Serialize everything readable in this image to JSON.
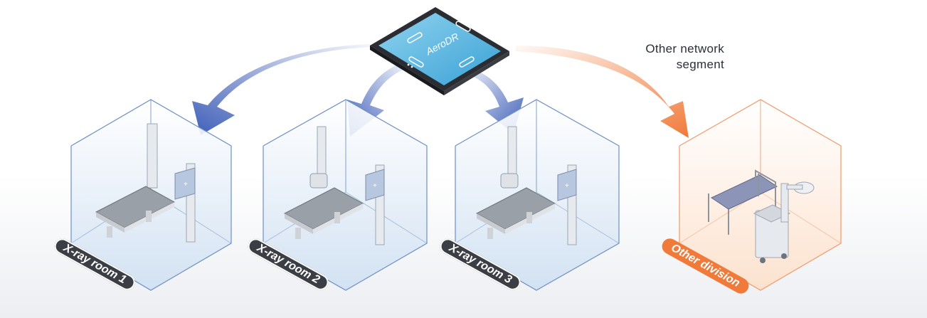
{
  "detector": {
    "brand": "AeroDR"
  },
  "network_note": {
    "line1": "Other network",
    "line2": "segment"
  },
  "rooms": [
    {
      "label": "X-ray room 1"
    },
    {
      "label": "X-ray room 2"
    },
    {
      "label": "X-ray room 3"
    }
  ],
  "other": {
    "label": "Other division"
  },
  "colors": {
    "blue_arrow": "#3f5fb8",
    "orange_arrow": "#f07a3a",
    "detector_screen": "#5fb8df",
    "label_dark": "#3b3e45",
    "room_edge_blue": "#6f8fc4",
    "room_edge_orange": "#f19a6a"
  }
}
